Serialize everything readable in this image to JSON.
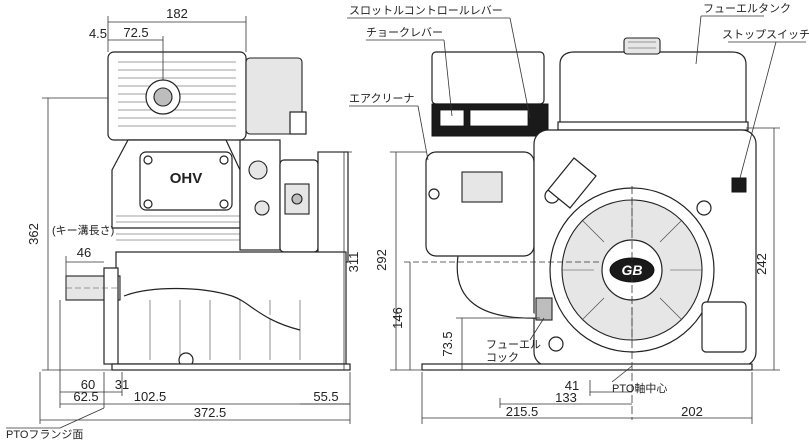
{
  "left_view": {
    "dims": {
      "d182": "182",
      "d4_5": "4.5",
      "d72_5": "72.5",
      "d362": "362",
      "d311": "311",
      "d46": "46",
      "d60": "60",
      "d31": "31",
      "d62_5": "62.5",
      "d102_5": "102.5",
      "d55_5": "55.5",
      "d372_5": "372.5"
    },
    "key_length_label": "(キー溝長さ)",
    "pto_flange_label": "PTOフランジ面",
    "ohv_mark": "OHV"
  },
  "right_view": {
    "labels": {
      "throttle": "スロットルコントロールレバー",
      "choke": "チョークレバー",
      "air_cleaner": "エアクリーナ",
      "fuel_tank": "フューエルタンク",
      "stop_switch": "ストップスイッチ",
      "fuel_cock": "フューエル\nコック",
      "pto_center": "PTO軸中心"
    },
    "dims": {
      "d292": "292",
      "d146": "146",
      "d73_5": "73.5",
      "d242": "242",
      "d41": "41",
      "d133": "133",
      "d215_5": "215.5",
      "d202": "202"
    },
    "badge": "GB"
  },
  "colors": {
    "line": "#222222",
    "shade": "#bdbdbd",
    "light": "#e6e6e6"
  }
}
